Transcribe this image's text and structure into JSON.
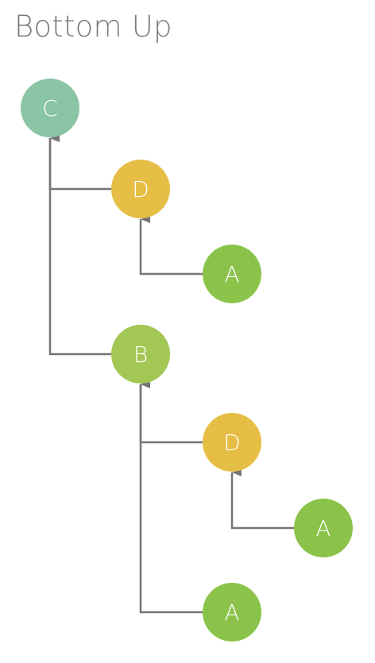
{
  "title": "Bottom Up",
  "colors": {
    "connector": "#757575",
    "node_c": "#89C4A4",
    "node_d": "#E6BE45",
    "node_b": "#A3C754",
    "node_a": "#8BC34A",
    "title": "#7A7A7A"
  },
  "nodes": [
    {
      "id": "c1",
      "label": "C",
      "color": "#89C4A4"
    },
    {
      "id": "d1",
      "label": "D",
      "color": "#E6BE45"
    },
    {
      "id": "a1",
      "label": "A",
      "color": "#8BC34A"
    },
    {
      "id": "b1",
      "label": "B",
      "color": "#A3C754"
    },
    {
      "id": "d2",
      "label": "D",
      "color": "#E6BE45"
    },
    {
      "id": "a2",
      "label": "A",
      "color": "#8BC34A"
    },
    {
      "id": "a3",
      "label": "A",
      "color": "#8BC34A"
    }
  ],
  "edges": [
    {
      "from": "d1",
      "to": "c1"
    },
    {
      "from": "a1",
      "to": "d1"
    },
    {
      "from": "b1",
      "to": "c1"
    },
    {
      "from": "d2",
      "to": "b1"
    },
    {
      "from": "a2",
      "to": "d2"
    },
    {
      "from": "a3",
      "to": "b1"
    }
  ]
}
